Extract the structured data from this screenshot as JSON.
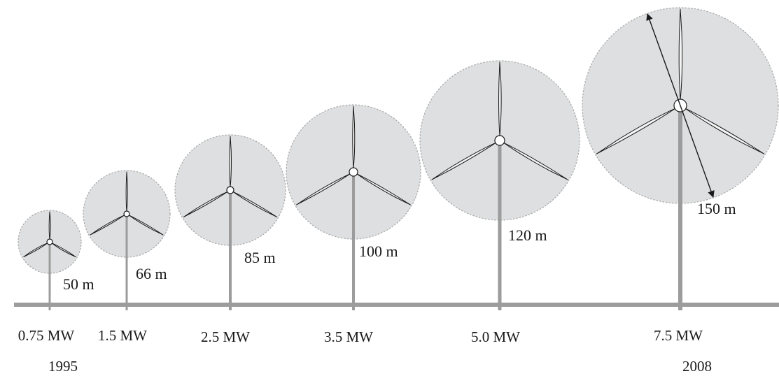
{
  "turbines": [
    {
      "power": "0.75 MW",
      "diameter": "50 m"
    },
    {
      "power": "1.5 MW",
      "diameter": "66 m"
    },
    {
      "power": "2.5 MW",
      "diameter": "85 m"
    },
    {
      "power": "3.5 MW",
      "diameter": "100 m"
    },
    {
      "power": "5.0 MW",
      "diameter": "120 m"
    },
    {
      "power": "7.5 MW",
      "diameter": "150 m"
    }
  ],
  "years": {
    "start": "1995",
    "end": "2008"
  },
  "colors": {
    "rotor_disc": "#dedfe0",
    "rotor_outline": "#a8a8a8",
    "tower": "#9c9c9c",
    "ground": "#9c9c9c",
    "blade": "#1a1a1a",
    "text": "#1a1a1a"
  }
}
